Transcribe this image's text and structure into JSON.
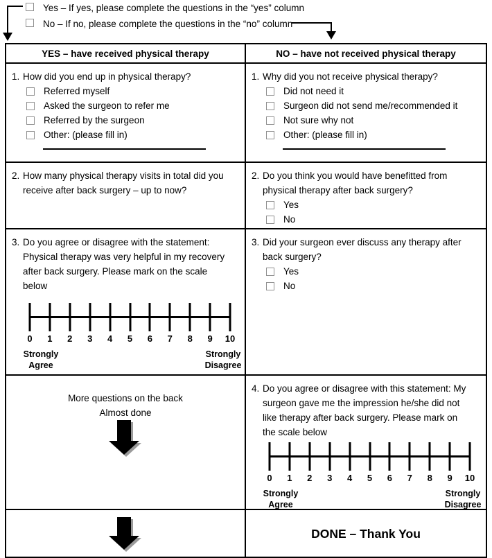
{
  "intro": {
    "yes_option": "Yes – If yes, please complete the questions in the “yes” column",
    "no_option": "No – If no, please complete the questions in the “no” column"
  },
  "headers": {
    "yes": "YES – have received physical therapy",
    "no": "NO – have not received physical therapy"
  },
  "yes_col": {
    "q1_num": "1.",
    "q1_text": "How did you end up in physical therapy?",
    "q1_opt_a": "Referred myself",
    "q1_opt_b": "Asked the surgeon to refer me",
    "q1_opt_c": "Referred by the surgeon",
    "q1_opt_d": "Other: (please fill in)",
    "q2_num": "2.",
    "q2_text": "How many physical therapy visits in total did you receive after back surgery – up to now?",
    "q3_num": "3.",
    "q3_text": "Do you agree or disagree with the statement: Physical therapy was very helpful in my recovery after back surgery. Please mark on the scale below",
    "more_line1": "More questions on the back",
    "more_line2": "Almost done"
  },
  "no_col": {
    "q1_num": "1.",
    "q1_text": "Why did you not receive physical therapy?",
    "q1_opt_a": "Did not need it",
    "q1_opt_b": "Surgeon did not send me/recommended it",
    "q1_opt_c": "Not sure why not",
    "q1_opt_d": "Other: (please fill in)",
    "q2_num": "2.",
    "q2_text": "Do you think you would have benefitted from physical therapy after back surgery?",
    "q2_opt_a": "Yes",
    "q2_opt_b": "No",
    "q3_num": "3.",
    "q3_text": "Did your surgeon ever discuss any therapy after back surgery?",
    "q3_opt_a": "Yes",
    "q3_opt_b": "No",
    "q4_num": "4.",
    "q4_text": "Do you agree or disagree with this statement: My surgeon gave me the impression he/she did not like therapy after back surgery. Please mark on the scale below",
    "done": "DONE – Thank You"
  },
  "scale": {
    "ticks": [
      "0",
      "1",
      "2",
      "3",
      "4",
      "5",
      "6",
      "7",
      "8",
      "9",
      "10"
    ],
    "left1": "Strongly",
    "left2": "Agree",
    "right1": "Strongly",
    "right2": "Disagree"
  }
}
